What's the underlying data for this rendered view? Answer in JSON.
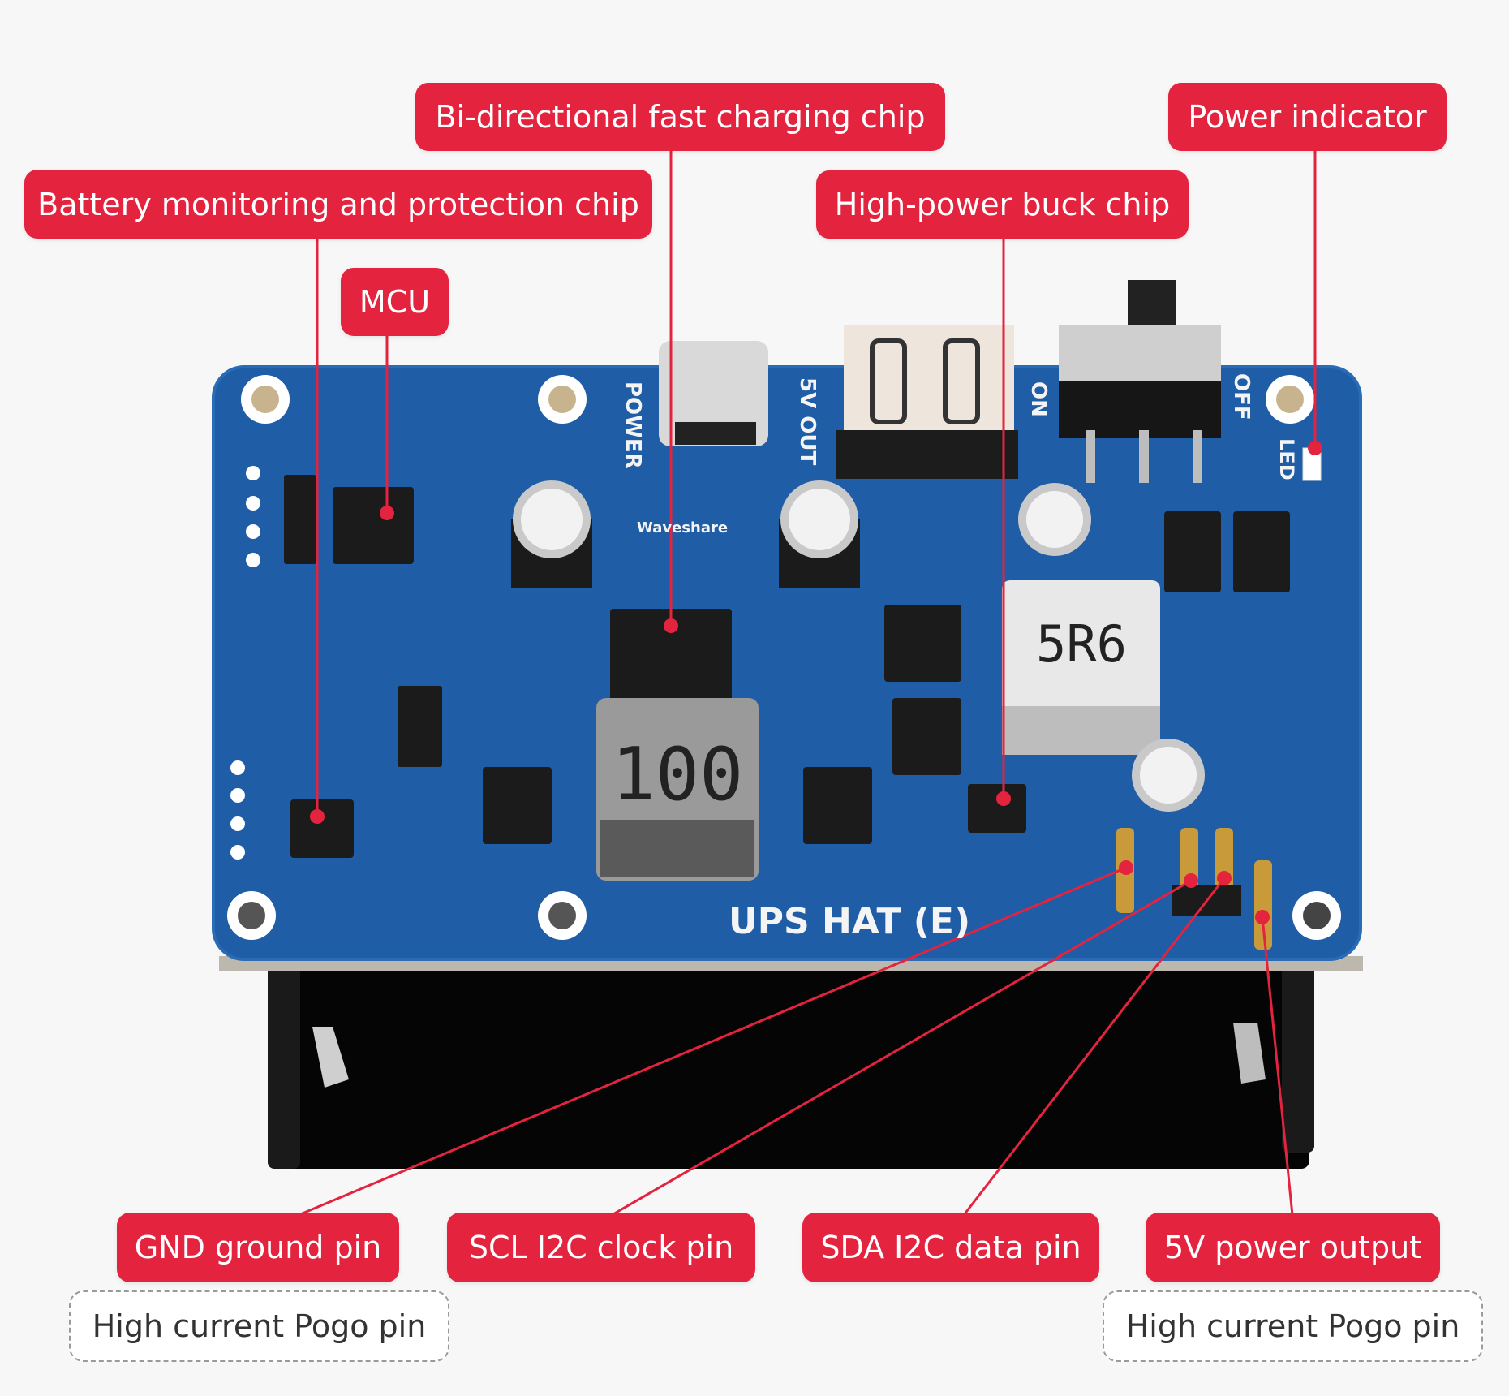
{
  "product": {
    "board_name": "UPS HAT (E)",
    "brand": "Waveshare",
    "silkscreen": {
      "power": "POWER",
      "out": "5V OUT",
      "on": "ON",
      "off": "OFF",
      "led": "LED"
    },
    "inductor_marks": [
      "100",
      "5R6"
    ]
  },
  "callouts": {
    "top": [
      {
        "id": "bidirectional",
        "text": "Bi-directional fast charging chip"
      },
      {
        "id": "battery",
        "text": "Battery monitoring and protection chip"
      },
      {
        "id": "mcu",
        "text": "MCU"
      },
      {
        "id": "buck",
        "text": "High-power buck chip"
      },
      {
        "id": "power_indicator",
        "text": "Power indicator"
      }
    ],
    "bottom": [
      {
        "id": "gnd",
        "text": "GND ground pin"
      },
      {
        "id": "scl",
        "text": "SCL I2C clock pin"
      },
      {
        "id": "sda",
        "text": "SDA I2C data pin"
      },
      {
        "id": "v5",
        "text": "5V power output"
      }
    ],
    "notes": [
      {
        "id": "pogo_left",
        "text": "High current Pogo pin"
      },
      {
        "id": "pogo_right",
        "text": "High current Pogo pin"
      }
    ]
  },
  "colors": {
    "accent": "#e4233f",
    "pcb": "#1f5da6",
    "background": "#f7f7f7"
  }
}
